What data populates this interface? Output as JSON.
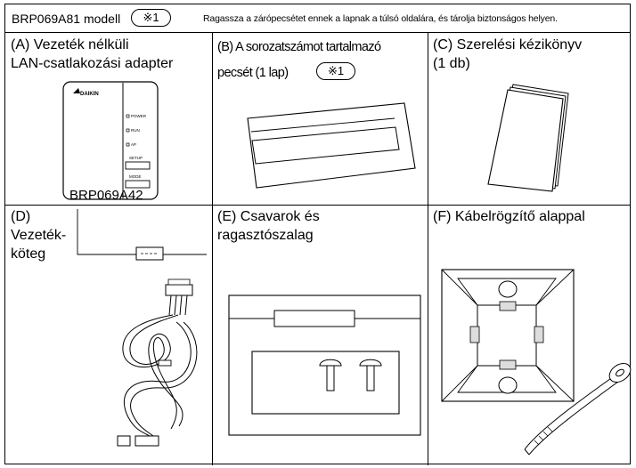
{
  "header": {
    "model": "BRP069A81 modell",
    "note_mark": "※1",
    "note": "Ragassza a zárópecsétet ennek a lapnak a túlsó oldalára, és tárolja biztonságos helyen."
  },
  "cells": {
    "a": {
      "title_line1": "(A) Vezeték nélküli",
      "title_line2": "LAN-csatlakozási adapter",
      "caption": "BRP069A42",
      "adapter": {
        "brand": "DAIKIN",
        "leds": [
          "POWER",
          "RUN",
          "AP"
        ],
        "buttons": [
          "SETUP",
          "MODE"
        ]
      }
    },
    "b": {
      "title_line1": "(B) A sorozatszámot tartalmazó",
      "title_line2": "pecsét (1 lap)",
      "mark": "※1"
    },
    "c": {
      "title_line1": "(C) Szerelési kézikönyv",
      "title_line2": "(1 db)"
    },
    "d": {
      "title_line1": "(D)",
      "title_line2": "Vezeték-",
      "title_line3": "köteg"
    },
    "e": {
      "title_line1": "(E) Csavarok és",
      "title_line2": "ragasztószalag"
    },
    "f": {
      "title_line1": "(F) Kábelrögzítő alappal"
    }
  }
}
